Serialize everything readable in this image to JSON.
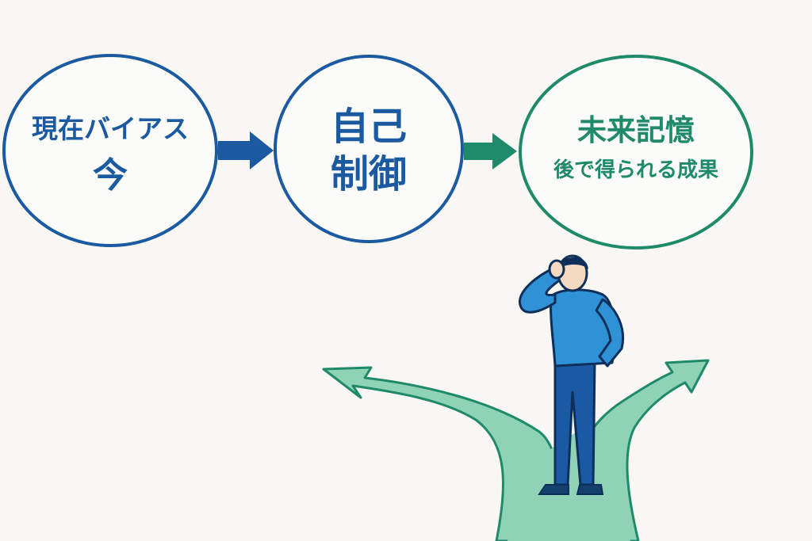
{
  "nodes": {
    "present": {
      "line1": "現在バイアス",
      "line2": "今"
    },
    "self": {
      "line1": "自己",
      "line2": "制御"
    },
    "future": {
      "line1": "未来記憶",
      "line2": "後で得られる成果"
    }
  },
  "colors": {
    "blue": "#1b5aa0",
    "green": "#1f8a6a",
    "path_fill": "#8fd3b6",
    "person_shirt": "#2f92d6",
    "person_pants": "#1a5aa5",
    "background": "#f8f7f3"
  }
}
